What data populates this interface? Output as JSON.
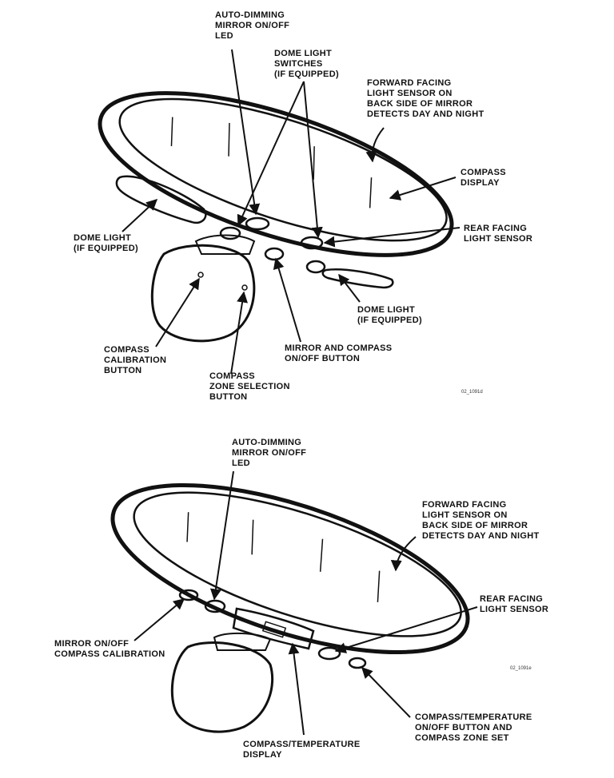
{
  "figure1": {
    "labels": {
      "led": [
        "AUTO-DIMMING",
        "MIRROR ON/OFF",
        "LED"
      ],
      "dome_switches": [
        "DOME LIGHT",
        "SWITCHES",
        "(IF EQUIPPED)"
      ],
      "forward_sensor": [
        "FORWARD FACING",
        "LIGHT SENSOR ON",
        "BACK SIDE OF MIRROR",
        "DETECTS DAY AND NIGHT"
      ],
      "compass_display": [
        "COMPASS",
        "DISPLAY"
      ],
      "rear_sensor": [
        "REAR FACING",
        "LIGHT SENSOR"
      ],
      "dome_left": [
        "DOME LIGHT",
        "(IF EQUIPPED)"
      ],
      "dome_right": [
        "DOME LIGHT",
        "(IF EQUIPPED)"
      ],
      "calibration": [
        "COMPASS",
        "CALIBRATION",
        "BUTTON"
      ],
      "mirror_compass_onoff": [
        "MIRROR AND COMPASS",
        "ON/OFF BUTTON"
      ],
      "zone_select": [
        "COMPASS",
        "ZONE SELECTION",
        "BUTTON"
      ]
    },
    "code": "02_1091d"
  },
  "figure2": {
    "labels": {
      "led": [
        "AUTO-DIMMING",
        "MIRROR ON/OFF",
        "LED"
      ],
      "forward_sensor": [
        "FORWARD FACING",
        "LIGHT SENSOR ON",
        "BACK SIDE OF MIRROR",
        "DETECTS DAY AND NIGHT"
      ],
      "rear_sensor": [
        "REAR FACING",
        "LIGHT SENSOR"
      ],
      "mirror_onoff": [
        "MIRROR ON/OFF",
        "COMPASS CALIBRATION"
      ],
      "temp_onoff": [
        "COMPASS/TEMPERATURE",
        "ON/OFF BUTTON AND",
        "COMPASS ZONE SET"
      ],
      "temp_display": [
        "COMPASS/TEMPERATURE",
        "DISPLAY"
      ]
    },
    "code": "02_1091e"
  }
}
